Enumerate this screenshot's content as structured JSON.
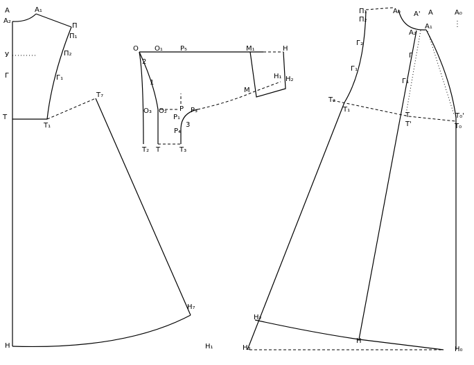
{
  "left_piece": {
    "labels": [
      "А",
      "А₁",
      "А₂",
      "П",
      "П₁",
      "У",
      "П₂",
      "Г",
      "Г₁",
      "Т",
      "Т₁",
      "Т₇",
      "Н₇",
      "Н",
      "Н₁"
    ]
  },
  "sleeve_piece": {
    "labels": [
      "О",
      "О₁",
      "Р₅",
      "М₁",
      "Н",
      "2",
      "1",
      "Н₁",
      "Н₂",
      "М",
      "О₃",
      "О₂",
      "Р",
      "Р₃",
      "Р₁",
      "3",
      "Р₄",
      "Т₂",
      "Т",
      "Т₃"
    ]
  },
  "right_piece": {
    "labels": [
      "П₁",
      "А₀",
      "А'",
      "А",
      "А₀",
      "П₂",
      "А₂",
      "А₁",
      "Г₂",
      "Г",
      "Г₁",
      "Г₁",
      "Т₂",
      "Т₁",
      "Т",
      "Т'",
      "Т₀'",
      "Т₀",
      "Н₂",
      "Н",
      "Н₃",
      "Н₀"
    ]
  }
}
